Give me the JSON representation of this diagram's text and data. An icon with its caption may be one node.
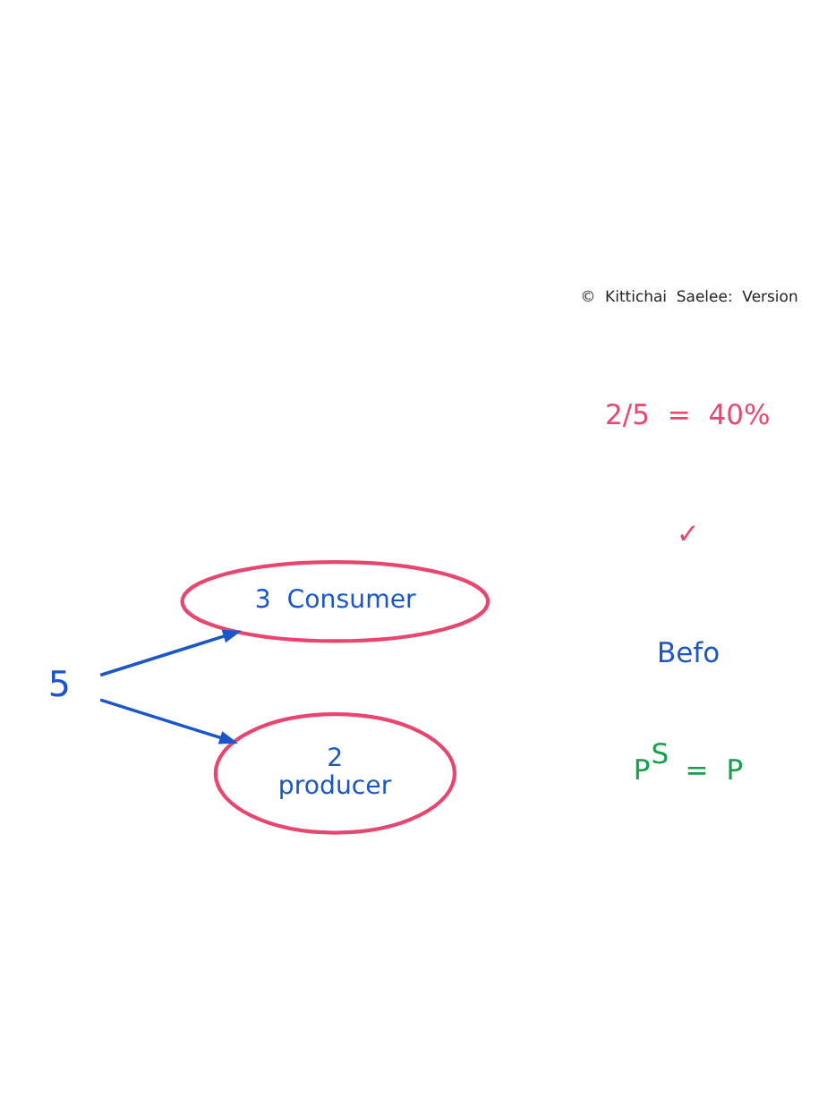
{
  "diagram": {
    "nodes": [
      {
        "text": [
          "5"
        ]
      },
      {
        "text": [
          "3 Consumer"
        ]
      },
      {
        "text": [
          "2",
          "producer"
        ]
      }
    ],
    "edges": [
      {
        "from": 0,
        "to": 1,
        "arrow": "to"
      },
      {
        "from": 0,
        "to": 2,
        "arrow": "to"
      }
    ],
    "labels": [
      "P$^{S}$ = P",
      "Befo",
      "✓",
      "2/5 = 40%",
      "© Kittichai Saelee: Version"
    ]
  }
}
